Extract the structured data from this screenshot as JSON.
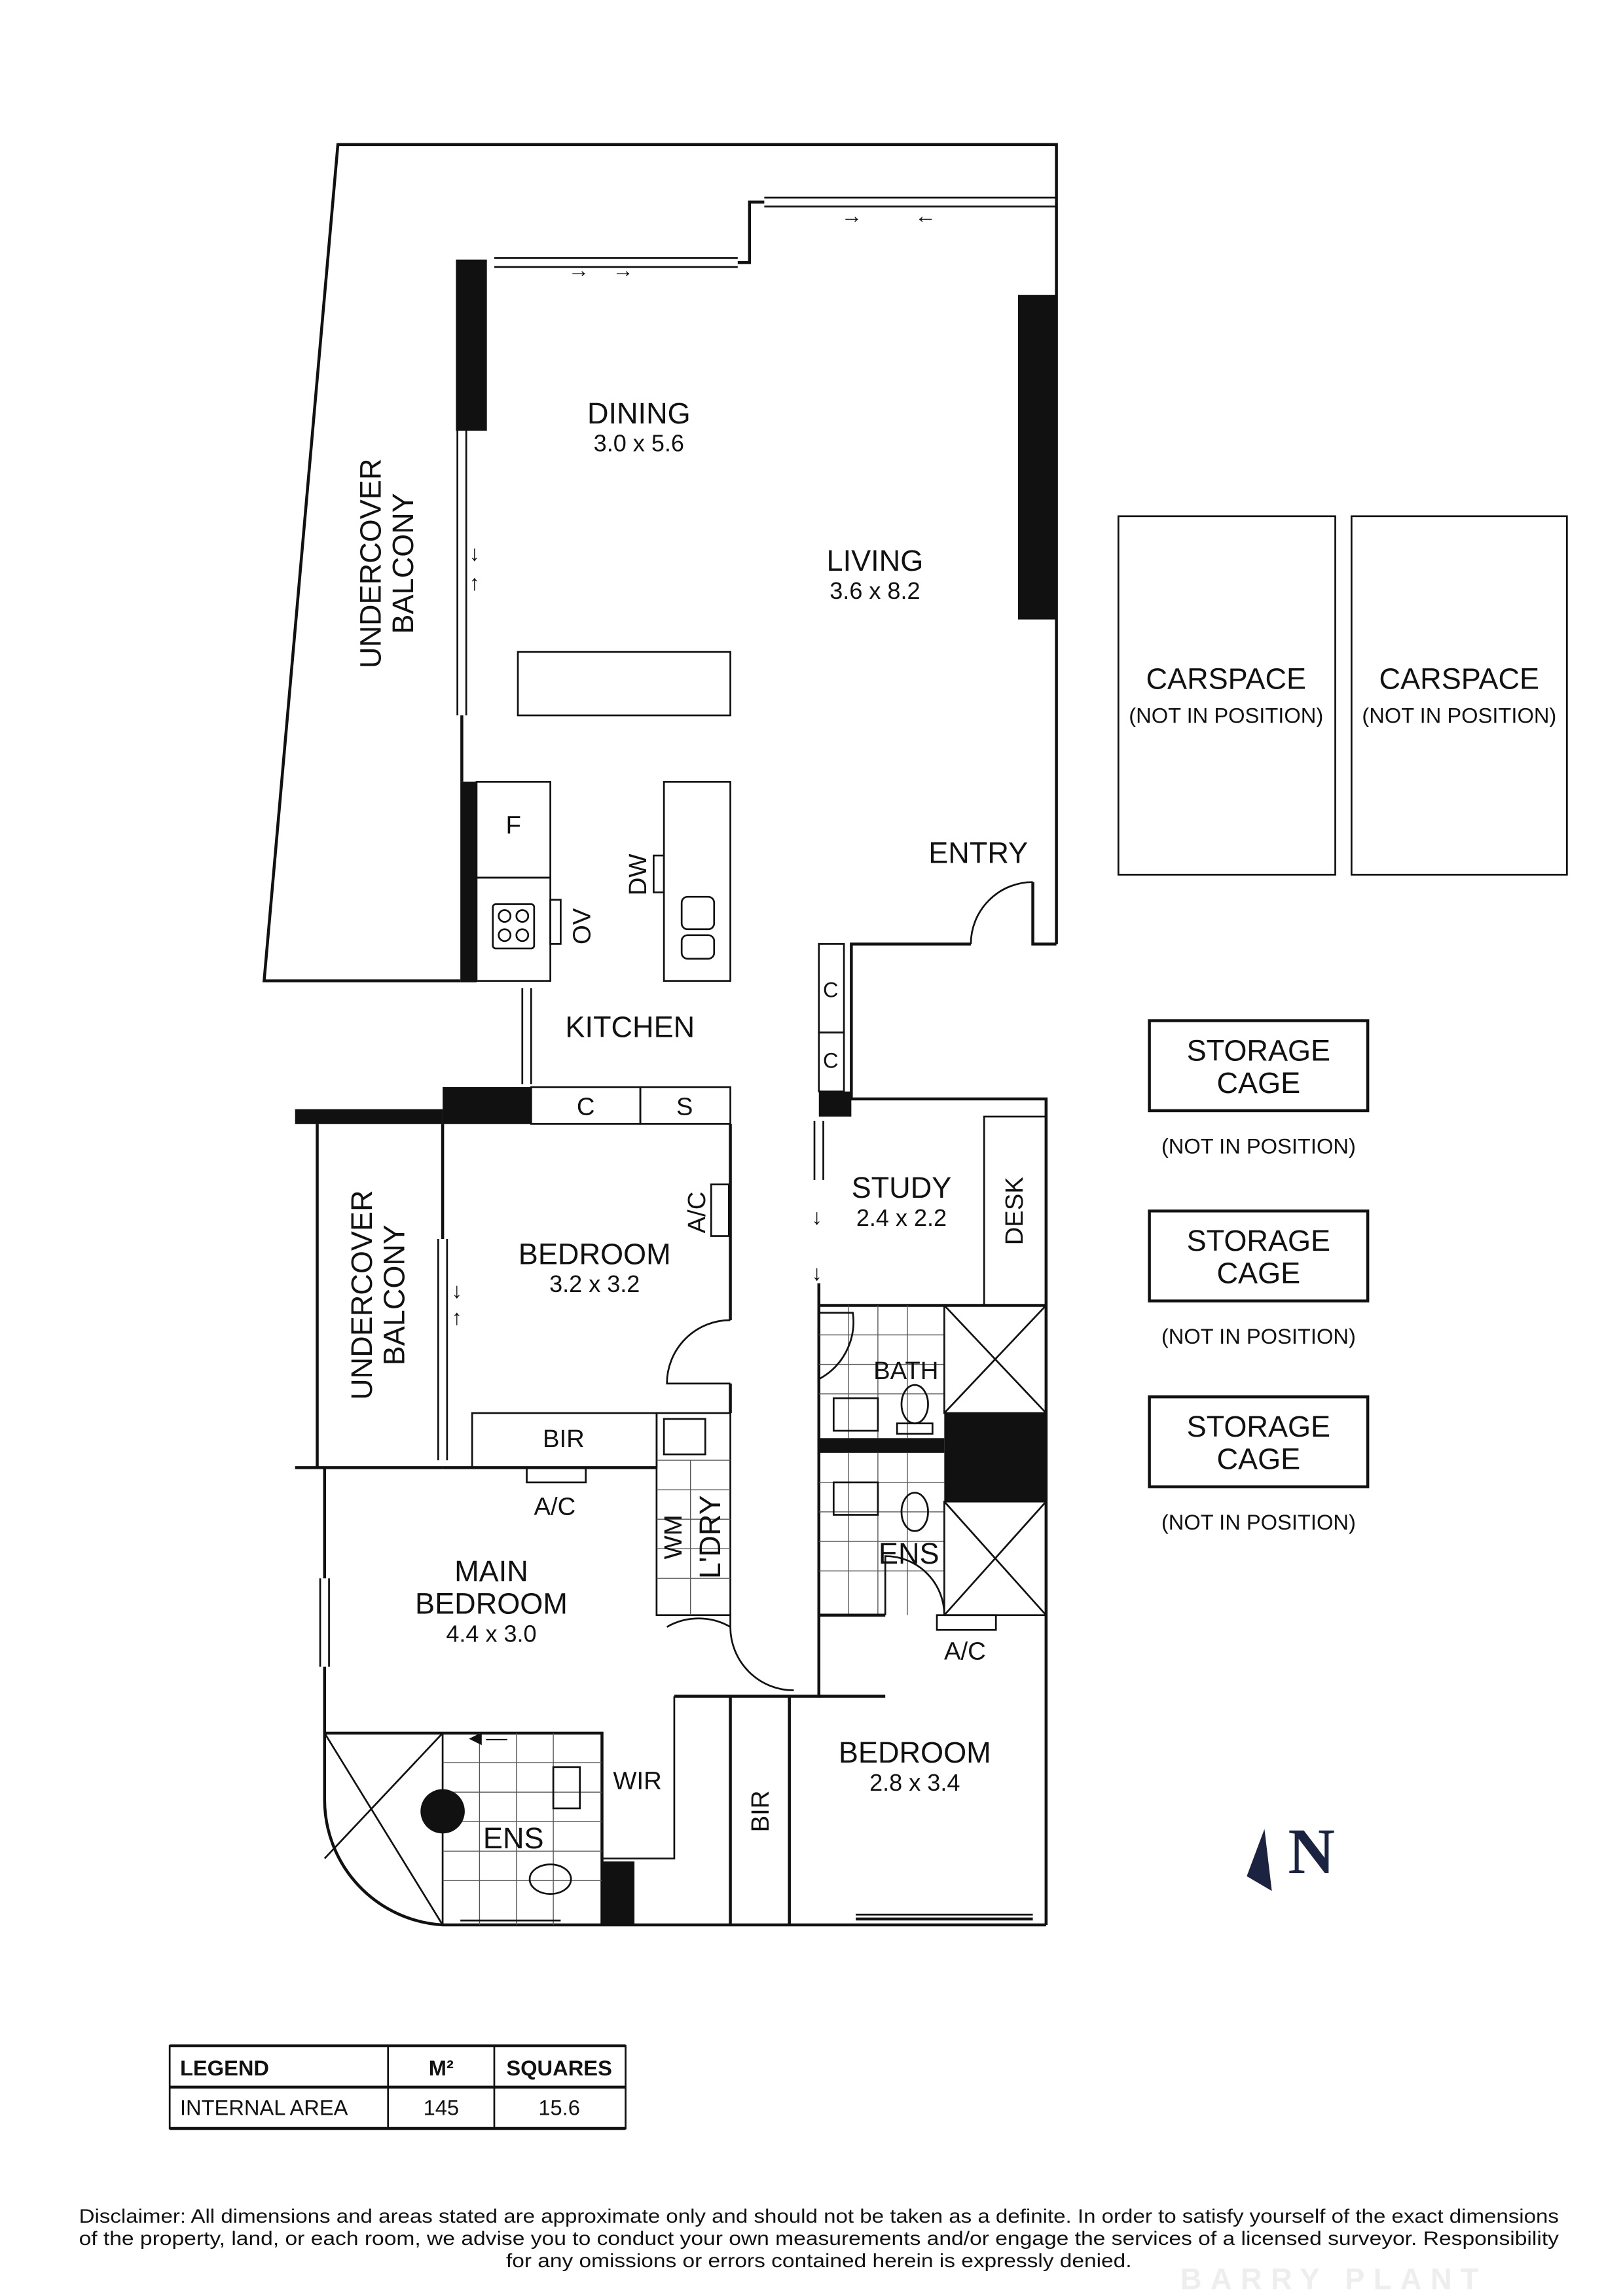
{
  "rooms": {
    "dining": {
      "name": "DINING",
      "dim": "3.0 x 5.6"
    },
    "living": {
      "name": "LIVING",
      "dim": "3.6 x 8.2"
    },
    "entry": {
      "name": "ENTRY"
    },
    "kitchen": {
      "name": "KITCHEN"
    },
    "balcony_upper": {
      "line1": "UNDERCOVER",
      "line2": "BALCONY"
    },
    "balcony_lower": {
      "line1": "UNDERCOVER",
      "line2": "BALCONY"
    },
    "bedroom2": {
      "name": "BEDROOM",
      "dim": "3.2 x 3.2"
    },
    "study": {
      "name": "STUDY",
      "dim": "2.4 x 2.2"
    },
    "main_bedroom": {
      "line1": "MAIN",
      "line2": "BEDROOM",
      "dim": "4.4 x 3.0"
    },
    "bedroom3": {
      "name": "BEDROOM",
      "dim": "2.8 x 3.4"
    },
    "bath": {
      "name": "BATH"
    },
    "ens_right": {
      "name": "ENS"
    },
    "ens_main": {
      "name": "ENS"
    },
    "wir": {
      "name": "WIR"
    },
    "laundry": {
      "name": "L'DRY"
    }
  },
  "fixtures": {
    "fridge": "F",
    "oven": "OV",
    "dishwasher": "DW",
    "cupboard": "C",
    "storage": "S",
    "ac": "A/C",
    "bir": "BIR",
    "washing_machine": "WM",
    "desk": "DESK"
  },
  "carspaces": [
    {
      "name": "CARSPACE",
      "note": "(NOT IN POSITION)"
    },
    {
      "name": "CARSPACE",
      "note": "(NOT IN POSITION)"
    }
  ],
  "storage_cages": [
    {
      "line1": "STORAGE",
      "line2": "CAGE",
      "note": "(NOT IN POSITION)"
    },
    {
      "line1": "STORAGE",
      "line2": "CAGE",
      "note": "(NOT IN POSITION)"
    },
    {
      "line1": "STORAGE",
      "line2": "CAGE",
      "note": "(NOT IN POSITION)"
    }
  ],
  "north": {
    "label": "N",
    "color": "#1c2340"
  },
  "legend": {
    "headers": [
      "LEGEND",
      "M²",
      "SQUARES"
    ],
    "rows": [
      [
        "INTERNAL AREA",
        "145",
        "15.6"
      ]
    ]
  },
  "disclaimer": [
    "Disclaimer: All dimensions and areas stated are approximate only and should not be taken as a definite. In order to satisfy yourself of the exact dimensions",
    "of the property, land, or each room, we advise you to conduct your own measurements and/or engage the services of a licensed surveyor. Responsibility",
    "for any omissions or errors contained herein is expressly denied."
  ],
  "watermark": "BARRY PLANT"
}
